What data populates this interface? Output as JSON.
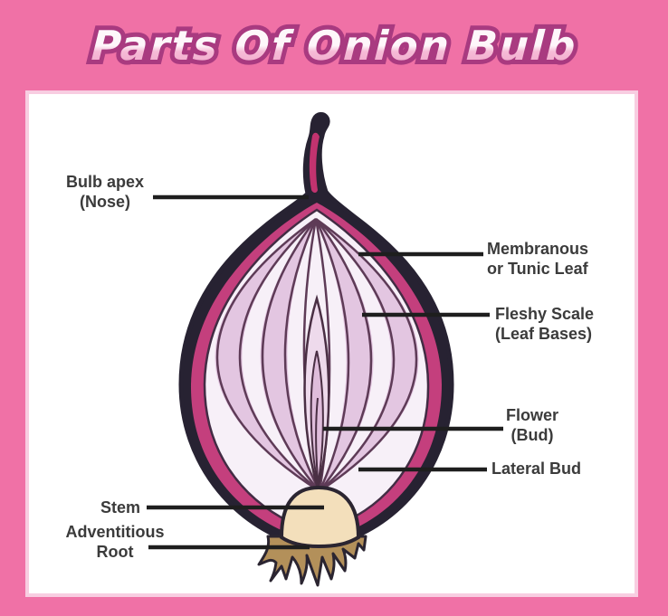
{
  "title": "Parts Of Onion Bulb",
  "labels": {
    "bulb_apex": {
      "line1": "Bulb apex",
      "line2": "(Nose)"
    },
    "membranous": {
      "line1": "Membranous",
      "line2": "or Tunic Leaf"
    },
    "fleshy_scale": {
      "line1": "Fleshy Scale",
      "line2": "(Leaf Bases)"
    },
    "flower": {
      "line1": "Flower",
      "line2": "(Bud)"
    },
    "lateral_bud": {
      "text": "Lateral Bud"
    },
    "stem": {
      "text": "Stem"
    },
    "adventitious_root": {
      "line1": "Adventitious",
      "line2": "Root"
    }
  },
  "colors": {
    "background_pink": "#f071a6",
    "panel_white": "#ffffff",
    "panel_inner_border": "#f8cde1",
    "title_outline": "#a93a80",
    "title_fill_top": "#fef6fa",
    "title_fill_bottom": "#efa3c8",
    "label_text": "#3b3b3b",
    "leader_line": "#1e1e1e",
    "onion_outline": "#272232",
    "tunic_magenta": "#c43f7d",
    "scale_light": "#f7f0f8",
    "scale_lavender": "#e3c6e1",
    "scale_vein": "#5e3b57",
    "flower_bud": "#dfbddb",
    "basal_plate": "#f3dfbb",
    "root_tan": "#b3905a",
    "sprout_core": "#c2336f"
  }
}
